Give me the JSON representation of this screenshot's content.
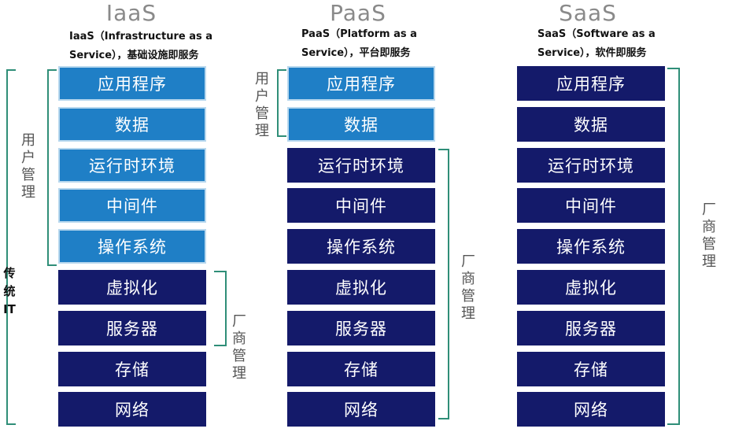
{
  "columns": [
    {
      "title": "IaaS",
      "desc_line1": "IaaS（Infrastructure as a",
      "desc_line2": "Service），基础设施即服务",
      "layers": [
        {
          "label": "应用程序",
          "managed_by": "user"
        },
        {
          "label": "数据",
          "managed_by": "user"
        },
        {
          "label": "运行时环境",
          "managed_by": "user"
        },
        {
          "label": "中间件",
          "managed_by": "user"
        },
        {
          "label": "操作系统",
          "managed_by": "user"
        },
        {
          "label": "虚拟化",
          "managed_by": "vendor"
        },
        {
          "label": "服务器",
          "managed_by": "vendor"
        },
        {
          "label": "存储",
          "managed_by": "vendor"
        },
        {
          "label": "网络",
          "managed_by": "vendor"
        }
      ]
    },
    {
      "title": "PaaS",
      "desc_line1": "PaaS（Platform as a",
      "desc_line2": "Service），平台即服务",
      "layers": [
        {
          "label": "应用程序",
          "managed_by": "user"
        },
        {
          "label": "数据",
          "managed_by": "user"
        },
        {
          "label": "运行时环境",
          "managed_by": "vendor"
        },
        {
          "label": "中间件",
          "managed_by": "vendor"
        },
        {
          "label": "操作系统",
          "managed_by": "vendor"
        },
        {
          "label": "虚拟化",
          "managed_by": "vendor"
        },
        {
          "label": "服务器",
          "managed_by": "vendor"
        },
        {
          "label": "存储",
          "managed_by": "vendor"
        },
        {
          "label": "网络",
          "managed_by": "vendor"
        }
      ]
    },
    {
      "title": "SaaS",
      "desc_line1": "SaaS（Software as a",
      "desc_line2": "Service），软件即服务",
      "layers": [
        {
          "label": "应用程序",
          "managed_by": "vendor"
        },
        {
          "label": "数据",
          "managed_by": "vendor"
        },
        {
          "label": "运行时环境",
          "managed_by": "vendor"
        },
        {
          "label": "中间件",
          "managed_by": "vendor"
        },
        {
          "label": "操作系统",
          "managed_by": "vendor"
        },
        {
          "label": "虚拟化",
          "managed_by": "vendor"
        },
        {
          "label": "服务器",
          "managed_by": "vendor"
        },
        {
          "label": "存储",
          "managed_by": "vendor"
        },
        {
          "label": "网络",
          "managed_by": "vendor"
        }
      ]
    }
  ],
  "labels": {
    "user_managed": "用户管理",
    "vendor_managed": "厂商管理",
    "traditional_it": "传统IT"
  },
  "colors": {
    "user_layer": "#1f7fc6",
    "vendor_layer": "#141a6a",
    "bracket": "#2f8e78"
  }
}
